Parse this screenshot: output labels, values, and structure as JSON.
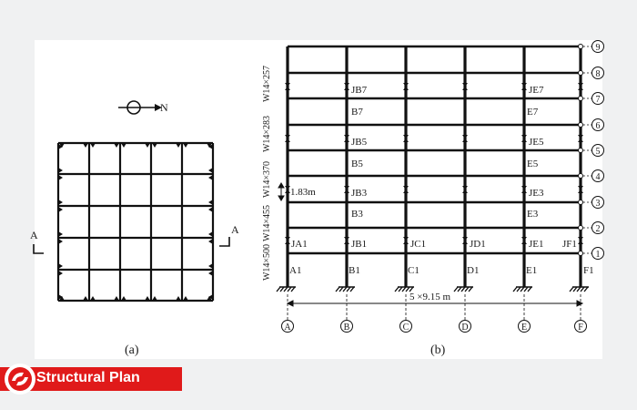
{
  "brand": {
    "text": "Structural Plan",
    "accent": "#e01a1a",
    "logo": "structural-plan-logo-icon"
  },
  "plan": {
    "caption": "(a)",
    "north_label": "N",
    "section_left": "A",
    "section_right": "A"
  },
  "elevation": {
    "caption": "(b)",
    "column_sizes": [
      "W14×257",
      "W14×283",
      "W14×370",
      "W14×455",
      "W14×500"
    ],
    "floor_height": "1.83m",
    "span_label": "5 ×9.15 m",
    "axes": [
      "A",
      "B",
      "C",
      "D",
      "E",
      "F"
    ],
    "levels": [
      "1",
      "2",
      "3",
      "4",
      "5",
      "6",
      "7",
      "8",
      "9"
    ],
    "labels": {
      "A1": "A1",
      "B1": "B1",
      "C1": "C1",
      "D1": "D1",
      "E1": "E1",
      "F1": "F1",
      "JA1": "JA1",
      "JB1": "JB1",
      "JC1": "JC1",
      "JD1": "JD1",
      "JE1": "JE1",
      "JF1": "JF1",
      "B3": "B3",
      "E3": "E3",
      "JB3": "JB3",
      "JE3": "JE3",
      "B5": "B5",
      "E5": "E5",
      "JB5": "JB5",
      "JE5": "JE5",
      "B7": "B7",
      "E7": "E7",
      "JB7": "JB7",
      "JE7": "JE7"
    }
  }
}
